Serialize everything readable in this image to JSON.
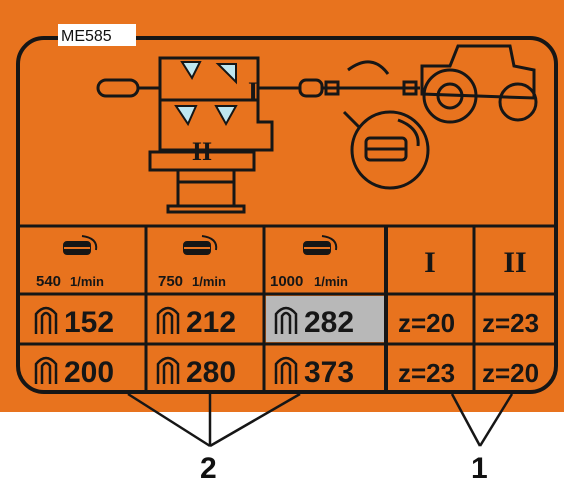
{
  "label": {
    "code": "ME585",
    "background_color": "#e8731e",
    "ink_color": "#161616",
    "shaft_header_color": "#bfe7f0",
    "highlight_color": "#b8b8b8"
  },
  "diagram": {
    "gear_mark_top": "I",
    "gear_mark_bottom": "II"
  },
  "table": {
    "speed_headers": [
      {
        "value": "540",
        "unit": "1/min"
      },
      {
        "value": "750",
        "unit": "1/min"
      },
      {
        "value": "1000",
        "unit": "1/min"
      }
    ],
    "gear_headers": [
      "I",
      "II"
    ],
    "rows": [
      {
        "strokes": [
          "152",
          "212",
          "282"
        ],
        "teeth": [
          "z=20",
          "z=23"
        ]
      },
      {
        "strokes": [
          "200",
          "280",
          "373"
        ],
        "teeth": [
          "z=23",
          "z=20"
        ]
      }
    ],
    "highlighted_cell": "282"
  },
  "callouts": {
    "speeds_ref": "2",
    "gears_ref": "1"
  }
}
